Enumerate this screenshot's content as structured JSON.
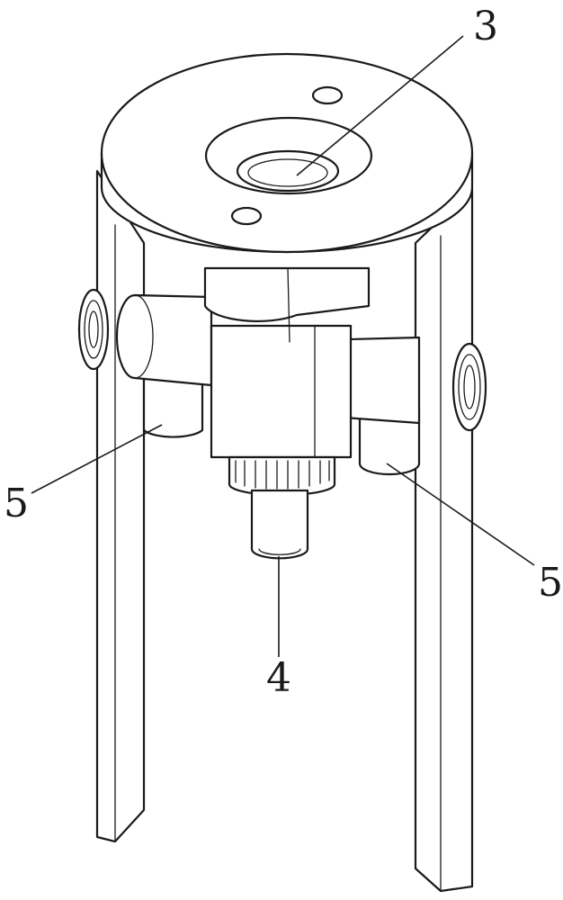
{
  "figure": {
    "labels": {
      "top_center": "3",
      "bottom_center": "4",
      "left": "5",
      "right": "5"
    }
  }
}
